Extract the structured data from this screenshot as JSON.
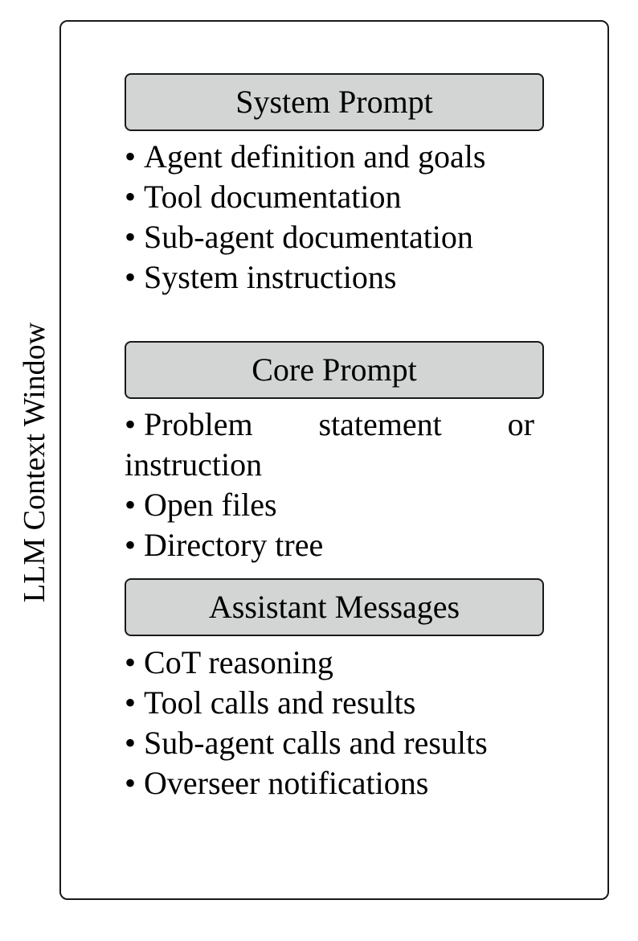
{
  "window_label": "LLM Context Window",
  "sections": [
    {
      "title": "System Prompt",
      "items": [
        "Agent definition and goals",
        "Tool documentation",
        "Sub-agent documentation",
        "System instructions"
      ]
    },
    {
      "title": "Core Prompt",
      "items": [
        "Problem statement or instruction",
        "Open files",
        "Directory tree"
      ]
    },
    {
      "title": "Assistant Messages",
      "items": [
        "CoT reasoning",
        "Tool calls and results",
        "Sub-agent calls and results",
        "Overseer notifications"
      ]
    }
  ],
  "colors": {
    "header_fill": "#d3d4d4",
    "border": "#1a1a1a"
  }
}
